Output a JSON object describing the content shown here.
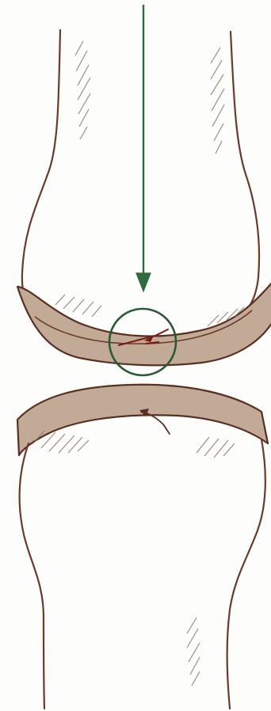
{
  "diagram": {
    "kind": "joint-illustration",
    "parts": [
      "upper-bone",
      "upper-cartilage",
      "lower-cartilage",
      "lower-bone",
      "compression-arrow",
      "focus-circle",
      "cartilage-crack"
    ],
    "colors": {
      "bone_outline": "#6b3a2a",
      "cartilage_fill": "#c2ab96",
      "cartilage_outline": "#5a2e22",
      "hatching": "#8a7a6a",
      "arrow": "#2e6b3a",
      "focus_circle": "#2a5a34",
      "crack": "#7a1a14",
      "background": "#fdfdfb"
    }
  }
}
